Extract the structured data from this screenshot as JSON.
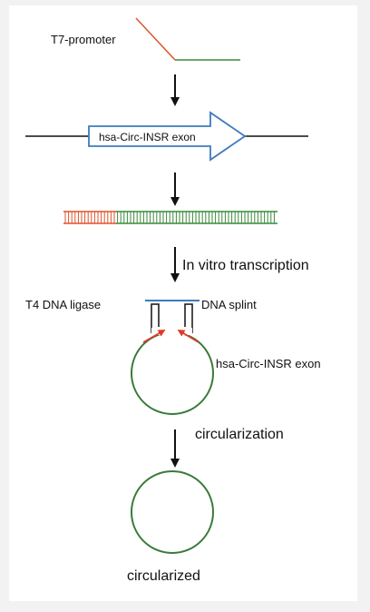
{
  "labels": {
    "promoter": "T7-promoter",
    "exon_box": "hsa-Circ-INSR exon",
    "transcription": "In vitro transcription",
    "ligase": "T4 DNA ligase",
    "splint": "DNA splint",
    "exon_circle": "hsa-Circ-INSR exon",
    "circularization": "circularization",
    "circularized": "circularized"
  },
  "colors": {
    "promoter_line": "#e0522a",
    "exon_line": "#3a8a3a",
    "arrow_outline": "#3d7bbf",
    "splint_line": "#3d7bbf",
    "circle": "#3a7a3a",
    "red_arrow": "#e0382a",
    "black": "#111111"
  }
}
